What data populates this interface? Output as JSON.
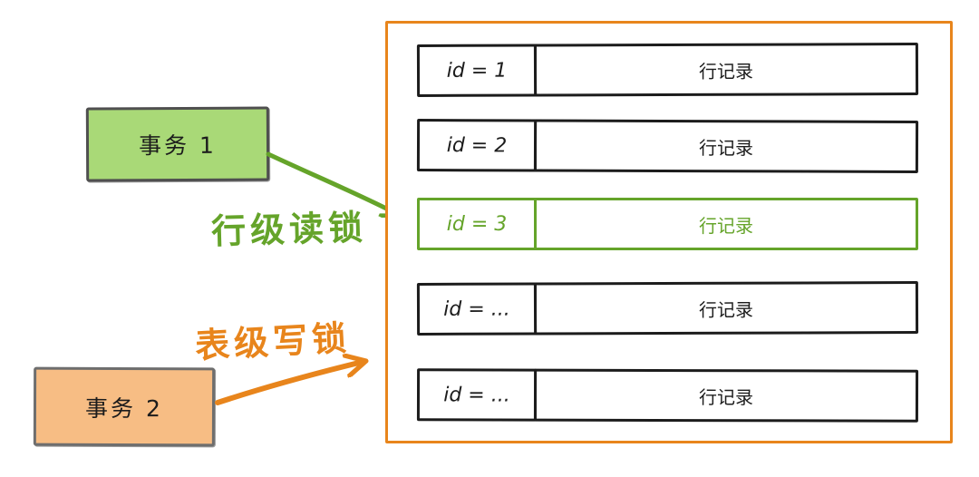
{
  "transactions": {
    "t1": {
      "label": "事务 1",
      "fill_color": "#a9d977"
    },
    "t2": {
      "label": "事务 2",
      "fill_color": "#f7bd84"
    }
  },
  "locks": {
    "row_read_lock": {
      "label": "行级读锁",
      "color": "#65a42a",
      "from": "事务 1",
      "to": "id = 3"
    },
    "table_write_lock": {
      "label": "表级写锁",
      "color": "#e8851c",
      "from": "事务 2",
      "to": "table"
    }
  },
  "table": {
    "border_color": "#e8851c",
    "row_border_color": "#1c1c1c",
    "locked_row_color": "#65a42a",
    "rows": [
      {
        "id": "id = 1",
        "record": "行记录",
        "locked": false
      },
      {
        "id": "id = 2",
        "record": "行记录",
        "locked": false
      },
      {
        "id": "id = 3",
        "record": "行记录",
        "locked": true
      },
      {
        "id": "id = ...",
        "record": "行记录",
        "locked": false
      },
      {
        "id": "id = ...",
        "record": "行记录",
        "locked": false
      }
    ]
  }
}
